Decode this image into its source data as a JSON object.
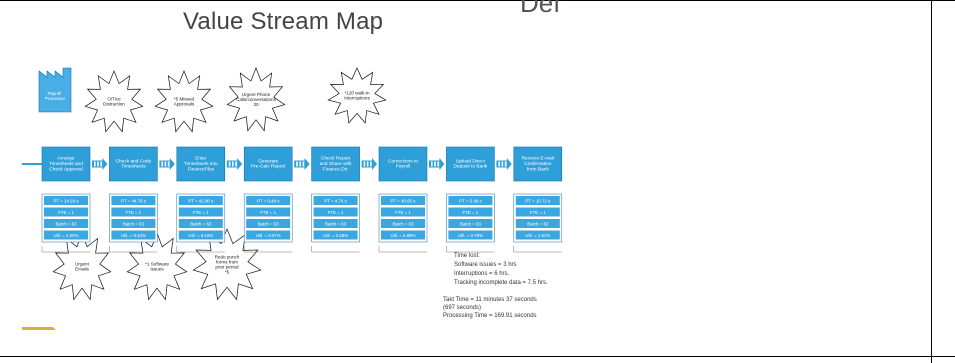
{
  "slide": {
    "title": "Value Stream Map",
    "cut_title": "Def"
  },
  "supplier": {
    "label": "Payroll Processor"
  },
  "bursts": [
    {
      "text": "O/Tice Distraction"
    },
    {
      "text": "*5 Missed Approvals"
    },
    {
      "text": "Urgent Phone Calls/conversations 30"
    },
    {
      "text": "*120 walk-in Interruptions"
    },
    {
      "text": "Urgent Emails"
    },
    {
      "text": "*1 Software Issues"
    },
    {
      "text": "Redo punch forms from prior period *5"
    }
  ],
  "processes": [
    {
      "name": "Arrange Timesheets and Check Approval",
      "pt": "PT = 14.29 s",
      "fte": "FTE = 1",
      "batch": "Batch = 63",
      "util": "Util. = 2.05%"
    },
    {
      "name": "Check and Code Timesheets",
      "pt": "PT = 44.76 s",
      "fte": "FTE = 1",
      "batch": "Batch = 63",
      "util": "Util. = 6.43%"
    },
    {
      "name": "Enter Timesheets into FinancePlus",
      "pt": "PT = 42.90 s",
      "fte": "FTE = 1",
      "batch": "Batch = 63",
      "util": "Util. = 6.16%"
    },
    {
      "name": "Generate Pre-Calc Report",
      "pt": "PT = 0.48 s",
      "fte": "FTE = 1",
      "batch": "Batch = 63",
      "util": "Util. = 0.07%"
    },
    {
      "name": "Check Report and Share with Finance Dir.",
      "pt": "PT = 4.76 s",
      "fte": "FTE = 1",
      "batch": "Batch = 63",
      "util": "Util. = 0.68%"
    },
    {
      "name": "Corrections to Payroll",
      "pt": "PT = 40.95 s",
      "fte": "FTE = 1",
      "batch": "Batch = 63",
      "util": "Util. = 5.88%"
    },
    {
      "name": "Upload Direct Deposit to Bank",
      "pt": "PT = 5.48 s",
      "fte": "FTE = 1",
      "batch": "Batch = 63",
      "util": "Util. = 0.79%"
    },
    {
      "name": "Receive E-mail Confirmation from Bank",
      "pt": "PT = 10.72 s",
      "fte": "FTE = 1",
      "batch": "Batch = 63",
      "util": "Util. = 1.51%"
    }
  ],
  "time_lost": {
    "heading": "Time lost:",
    "lines": [
      "Software issues = 3 hrs",
      "Interruptions = 6 hrs.",
      "Tracking incomplete data = 7.5 hrs."
    ]
  },
  "totals": {
    "line1": "Takt Time = 11 minutes 37 seconds",
    "line2": "(697 seconds)",
    "line3": "Processing Time = 169.91 seconds"
  },
  "colors": {
    "process_fill": "#2e9fd8",
    "process_stroke": "#1b6fa8",
    "data_box": "#3aa7e0",
    "gold": "#d8b13a"
  }
}
